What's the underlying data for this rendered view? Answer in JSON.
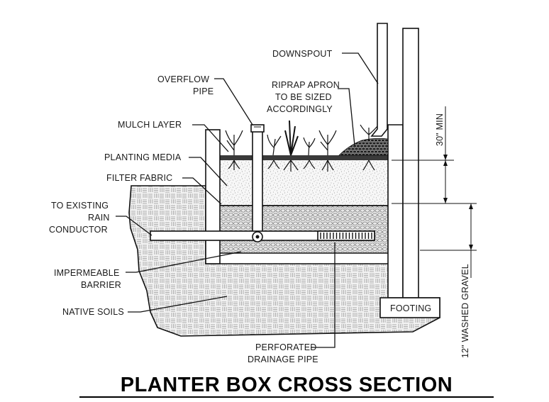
{
  "title": "PLANTER BOX CROSS SECTION",
  "labels": {
    "downspout": "DOWNSPOUT",
    "overflow_1": "OVERFLOW",
    "overflow_2": "PIPE",
    "riprap_1": "RIPRAP APRON",
    "riprap_2": "TO BE SIZED",
    "riprap_3": "ACCORDINGLY",
    "mulch": "MULCH LAYER",
    "planting_media": "PLANTING MEDIA",
    "filter_fabric": "FILTER FABRIC",
    "existing_1": "TO EXISTING",
    "existing_2": "RAIN",
    "existing_3": "CONDUCTOR",
    "barrier_1": "IMPERMEABLE",
    "barrier_2": "BARRIER",
    "native_soils": "NATIVE SOILS",
    "footing": "FOOTING",
    "perforated_1": "PERFORATED",
    "perforated_2": "DRAINAGE PIPE",
    "dim_30": "30\" MIN",
    "dim_12": "12\" WASHED GRAVEL"
  }
}
